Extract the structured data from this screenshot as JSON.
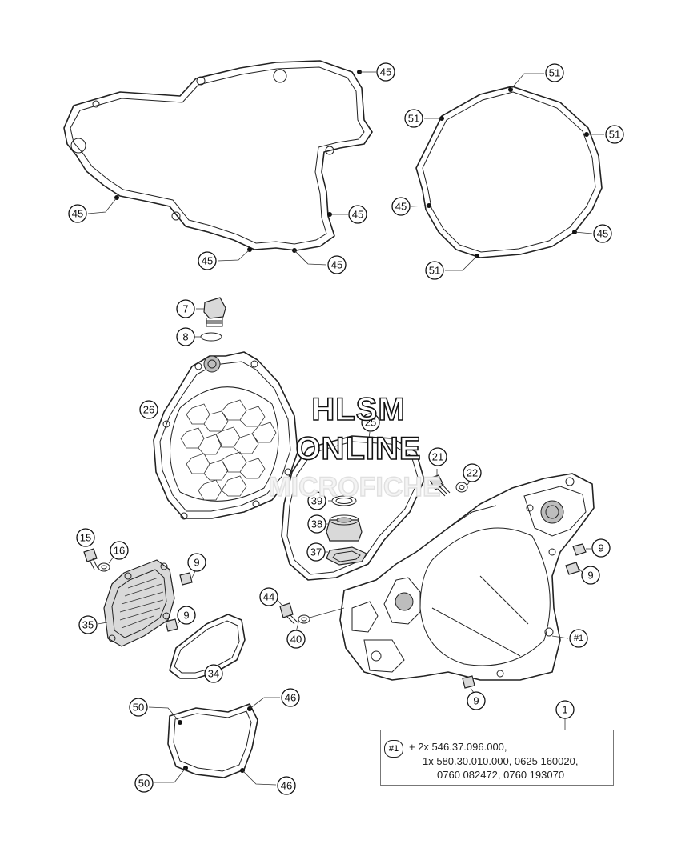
{
  "watermark": {
    "line1": "HLSM",
    "line2": "ONLINE",
    "line3": "MICROFICHE"
  },
  "callouts": {
    "c45a": "45",
    "c45b": "45",
    "c45c": "45",
    "c45d": "45",
    "c45e": "45",
    "c45f": "45",
    "c45g": "45",
    "c51a": "51",
    "c51b": "51",
    "c51c": "51",
    "c51d": "51",
    "c7": "7",
    "c8": "8",
    "c26": "26",
    "c25": "25",
    "c21": "21",
    "c22": "22",
    "c39": "39",
    "c38": "38",
    "c37": "37",
    "c15": "15",
    "c16": "16",
    "c35": "35",
    "c34": "34",
    "c9a": "9",
    "c9b": "9",
    "c9c": "9",
    "c9d": "9",
    "c9e": "9",
    "c44": "44",
    "c40": "40",
    "c1ref": "#1",
    "c1": "1",
    "c50a": "50",
    "c50b": "50",
    "c46a": "46",
    "c46b": "46"
  },
  "note": {
    "ref": "#1",
    "line1": "+ 2x 546.37.096.000,",
    "line2": "1x 580.30.010.000, 0625 160020,",
    "line3": "0760 082472, 0760 193070"
  }
}
